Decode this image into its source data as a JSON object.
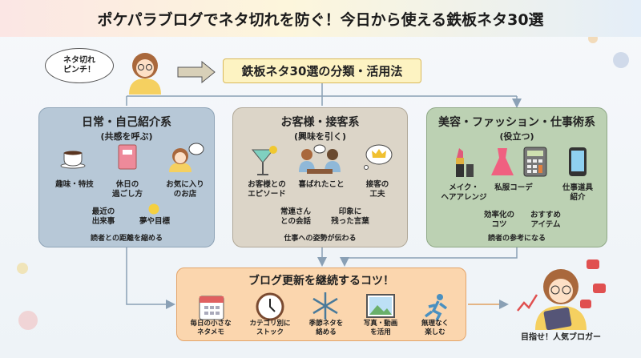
{
  "title": "ポケパラブログでネタ切れを防ぐ！今日から使える鉄板ネタ30選",
  "bubble": "ネタ切れ\nピンチ！",
  "hub": "鉄板ネタ30選の分類・活用法",
  "panels": [
    {
      "heading": "日常・自己紹介系",
      "sub": "(共感を呼ぶ)",
      "items": [
        "趣味・特技",
        "休日の\n過ごし方",
        "お気に入り\nのお店",
        "最近の\n出来事",
        "夢や目標"
      ],
      "footer": "読者との距離を縮める",
      "color": "#b7c8d7"
    },
    {
      "heading": "お客様・接客系",
      "sub": "(興味を引く)",
      "items": [
        "お客様との\nエピソード",
        "喜ばれたこと",
        "接客の\n工夫",
        "常連さん\nとの会話",
        "印象に\n残った言葉"
      ],
      "footer": "仕事への姿勢が伝わる",
      "color": "#dcd5c8"
    },
    {
      "heading": "美容・ファッション・仕事術系",
      "sub": "(役立つ)",
      "items": [
        "メイク・\nヘアアレンジ",
        "私服コーデ",
        "仕事道具\n紹介",
        "効率化の\nコツ",
        "おすすめ\nアイテム"
      ],
      "footer": "読者の参考になる",
      "color": "#bcd1b3"
    }
  ],
  "tips": {
    "title": "ブログ更新を継続するコツ！",
    "items": [
      "毎日の小さな\nネタメモ",
      "カテゴリ別に\nストック",
      "季節ネタを\n絡める",
      "写真・動画\nを活用",
      "無理なく\n楽しむ"
    ]
  },
  "goal": "目指せ！人気ブロガー"
}
